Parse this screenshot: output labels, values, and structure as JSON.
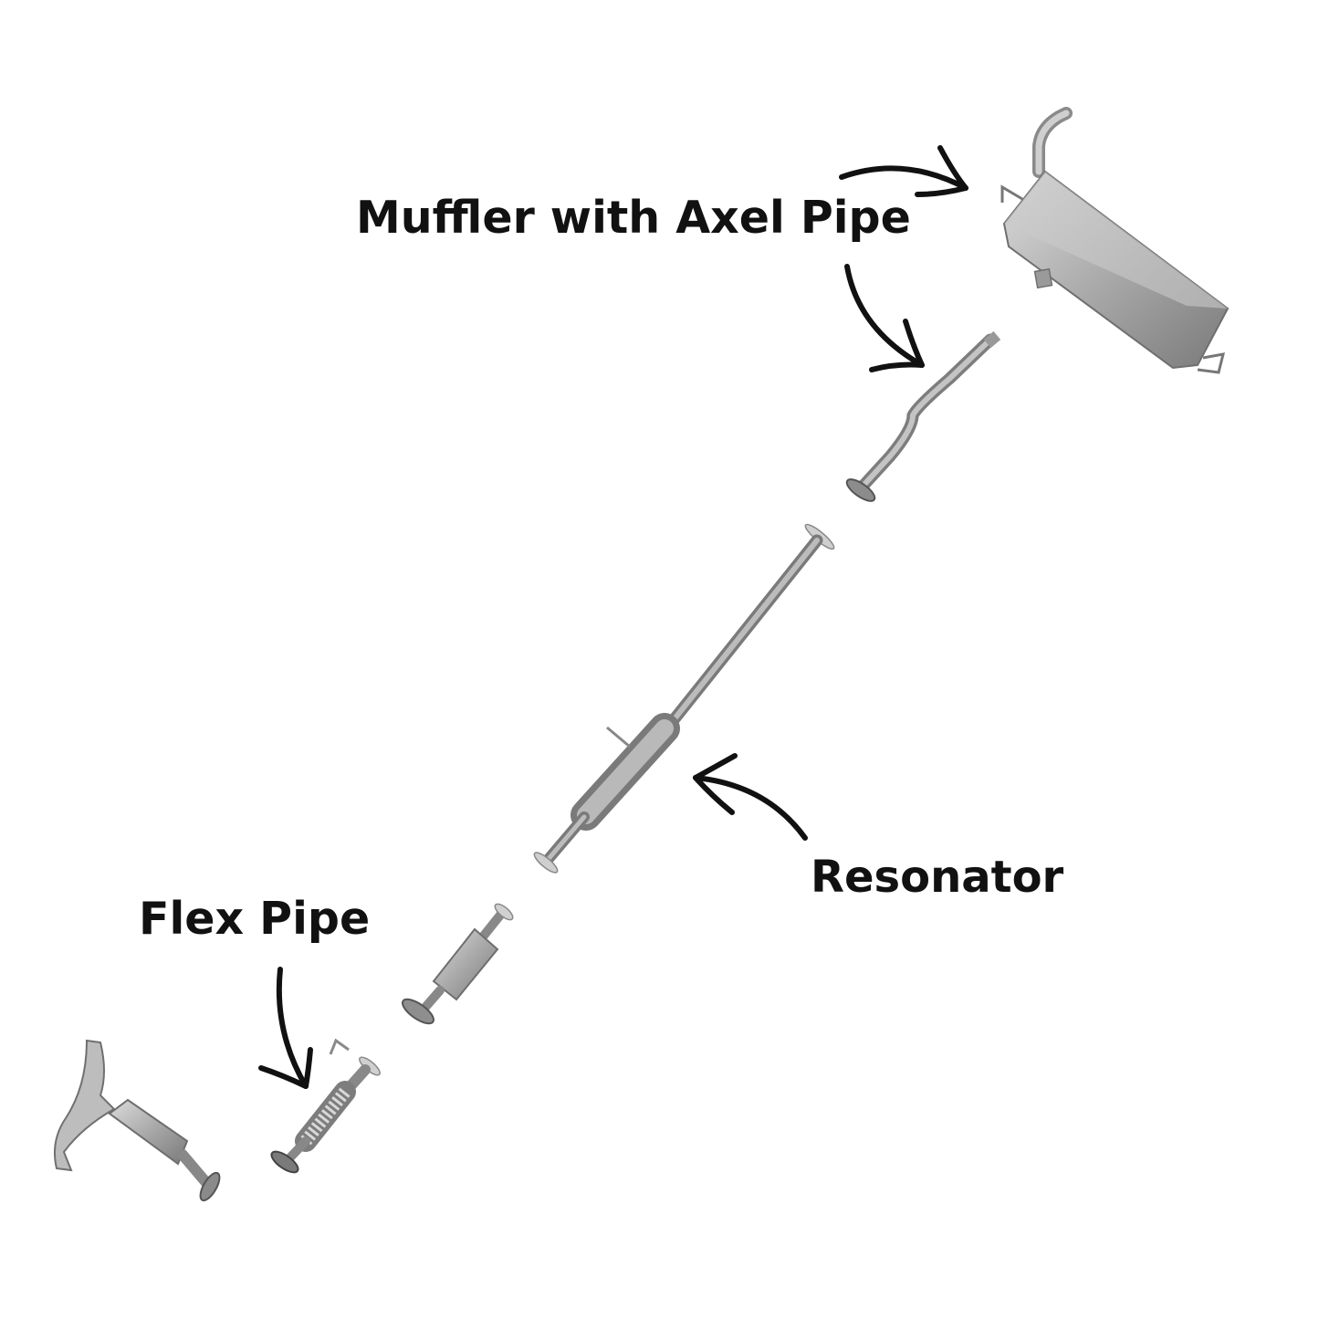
{
  "labels": {
    "muffler": "Muffler with Axel Pipe",
    "resonator": "Resonator",
    "flex_pipe": "Flex Pipe"
  },
  "parts": [
    "exhaust-manifold-catalytic-converter",
    "flex-pipe",
    "catalytic-converter",
    "resonator-pipe",
    "axle-pipe",
    "muffler"
  ],
  "colors": {
    "background": "#ffffff",
    "text": "#111111",
    "arrow": "#111111",
    "metal_light": "#d2d2d2",
    "metal_mid": "#a8a8a8",
    "metal_dark": "#6e6e6e"
  }
}
